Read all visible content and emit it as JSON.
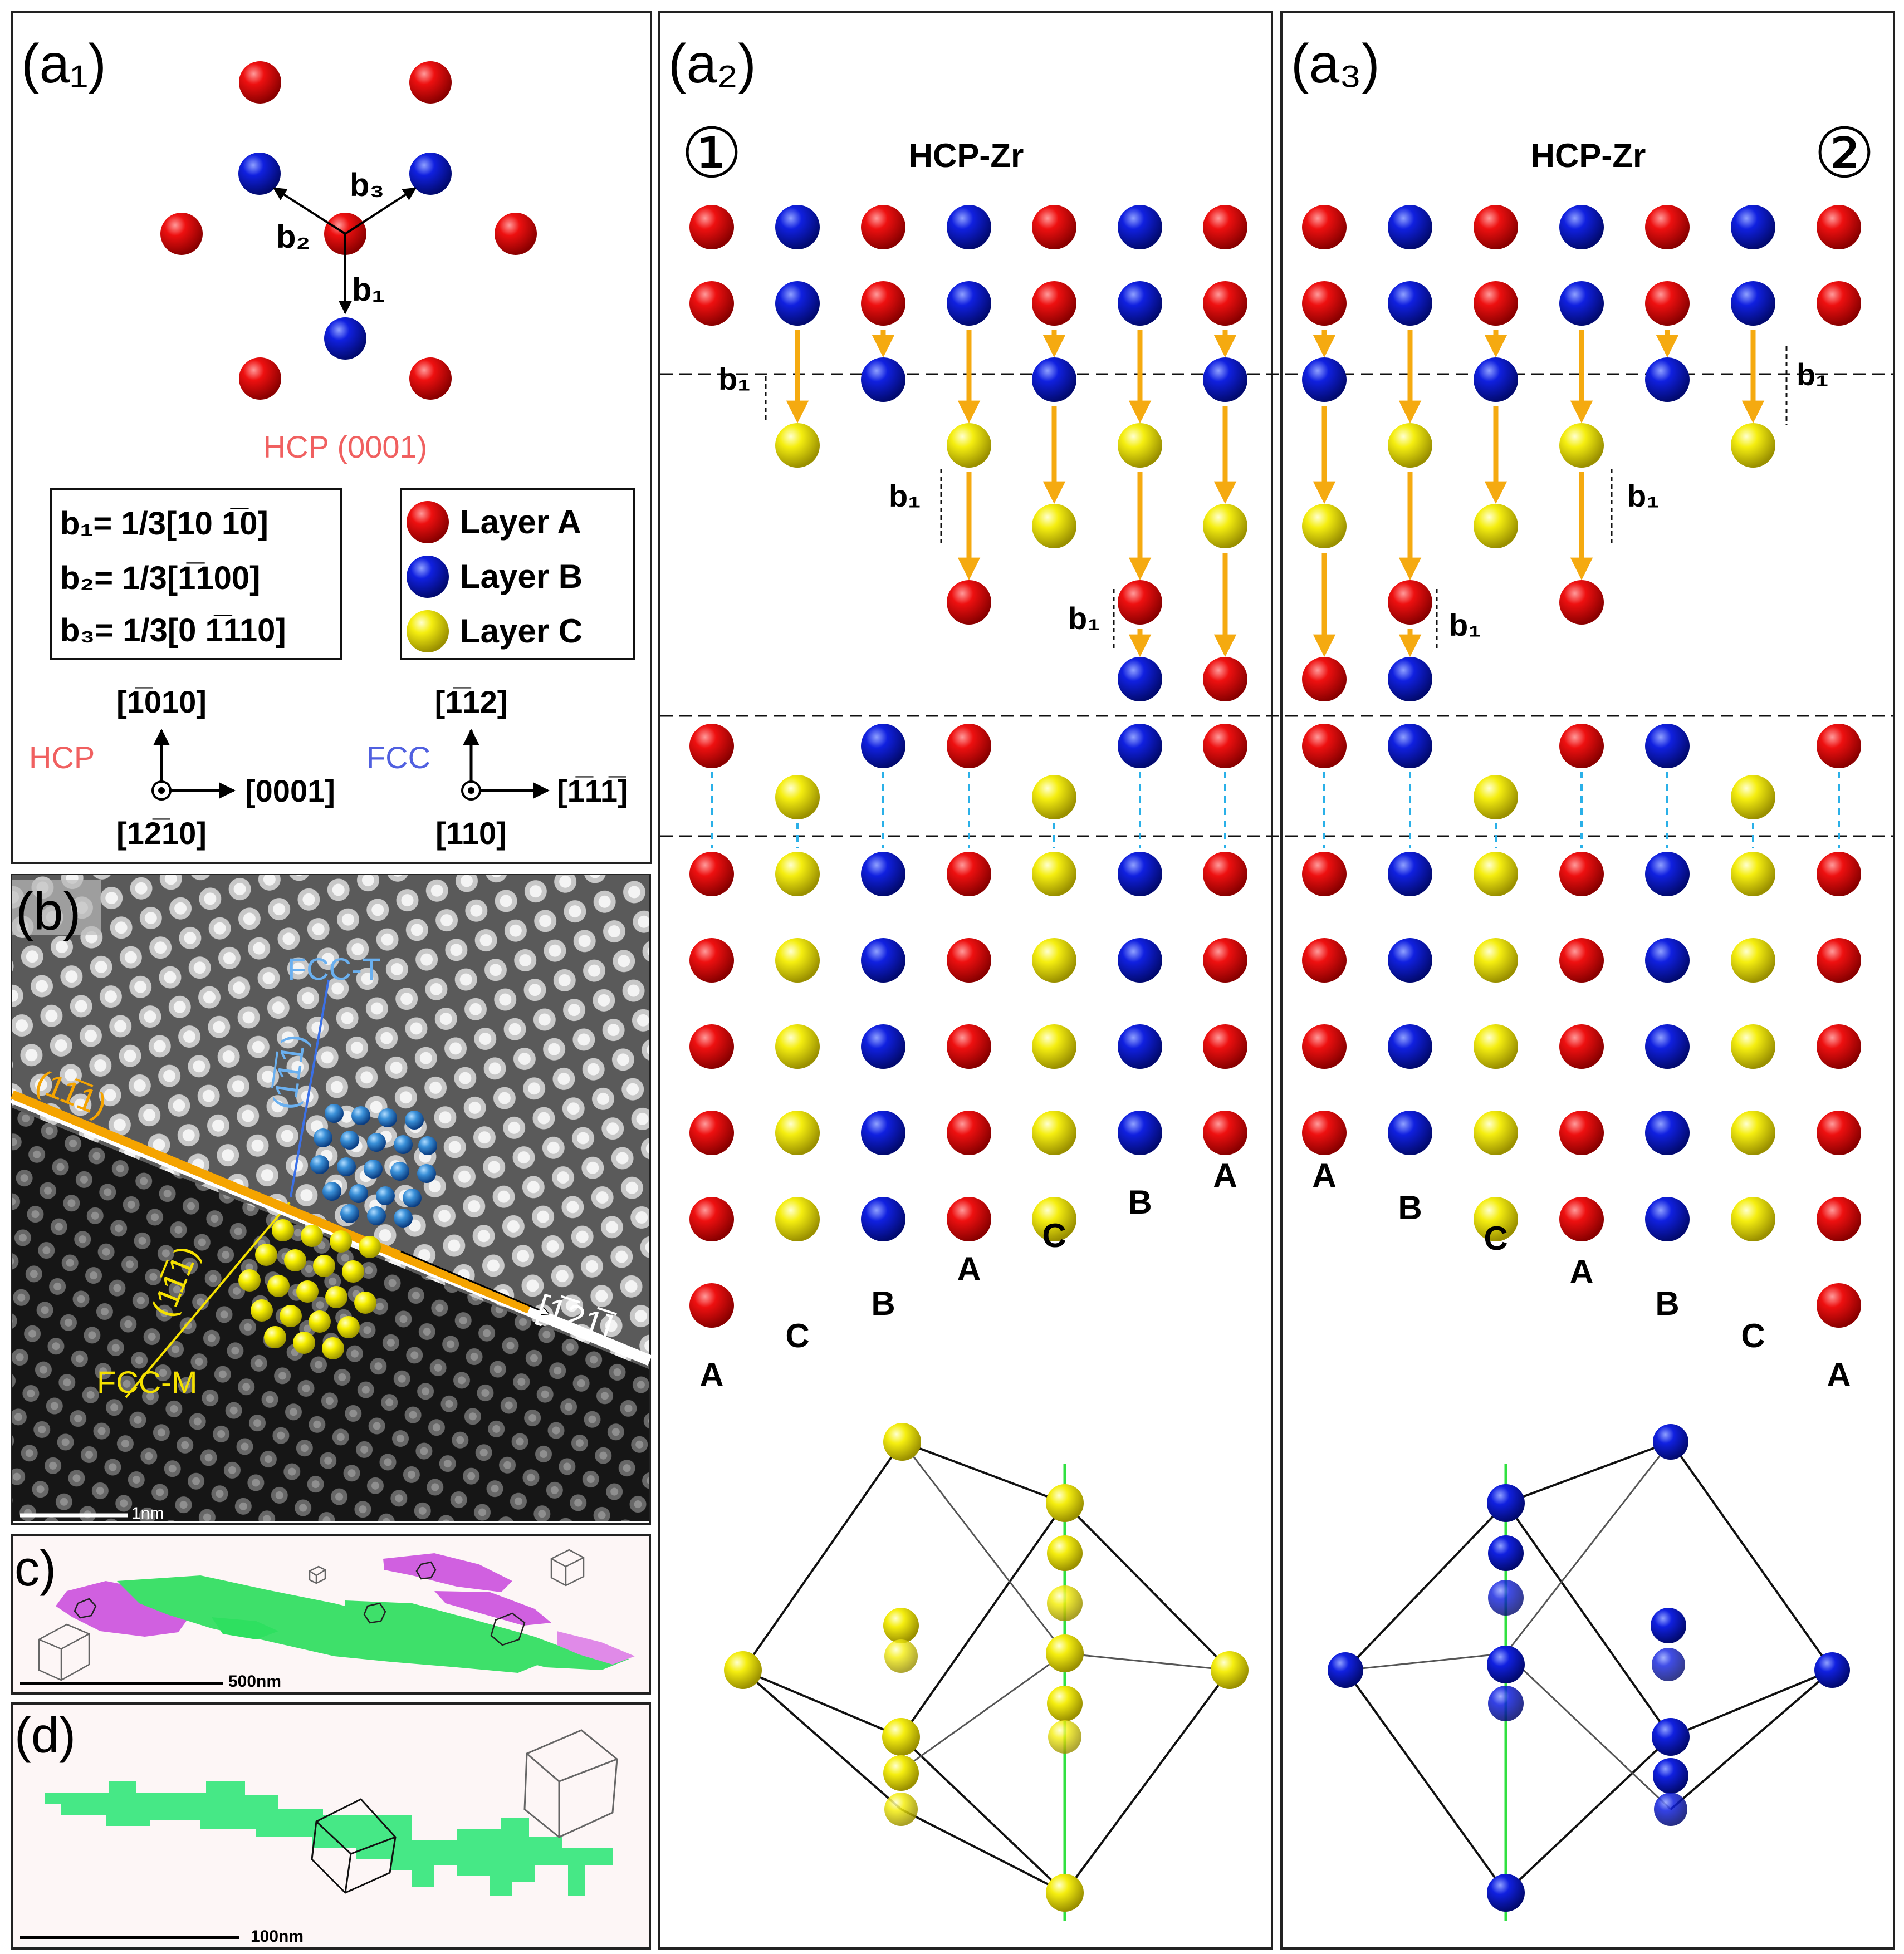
{
  "panels": {
    "a1": "(a₁)",
    "a2": "(a₂)",
    "a3": "(a₃)",
    "b": "(b)",
    "c": "c)",
    "d": "(d)"
  },
  "a1": {
    "vectors": [
      "b₁",
      "b₂",
      "b₃"
    ],
    "plane_label": "HCP (0001)",
    "burgers": [
      "b₁= 1/3[10 1̅0]",
      "b₂= 1/3[1̅100]",
      "b₃= 1/3[0 1̅110]"
    ],
    "legend": [
      "Layer A",
      "Layer B",
      "Layer C"
    ],
    "hcp_axes": {
      "name": "HCP",
      "up": "[1̅010]",
      "right": "[0001]",
      "out": "[12̅10]"
    },
    "fcc_axes": {
      "name": "FCC",
      "up": "[1̅12]",
      "right": "[1̅11̅]",
      "out": "[110]"
    }
  },
  "a2": {
    "title": "HCP-Zr",
    "marker": "①",
    "b1": "b₁",
    "columns": [
      "A",
      "C",
      "B",
      "A",
      "C",
      "B",
      "A"
    ]
  },
  "a3": {
    "title": "HCP-Zr",
    "marker": "②",
    "b1": "b₁",
    "columns": [
      "A",
      "B",
      "C",
      "A",
      "B",
      "C",
      "A"
    ]
  },
  "b": {
    "fcc_t": "FCC-T",
    "fcc_m": "FCC-M",
    "plane_twin": "(1̅1̅1)",
    "plane_orange": "(11̅1)",
    "plane_yellow": "(11̅1)",
    "direction": "[1̅21̅]",
    "scale": "1nm"
  },
  "c": {
    "scale": "500nm"
  },
  "d": {
    "scale": "100nm"
  },
  "colors": {
    "layer_a": "#e00000",
    "layer_b": "#0a14c8",
    "layer_c": "#f0e800",
    "arrow": "#f5aa10",
    "orange_band": "#f5a400",
    "hcp_text": "#f06060",
    "fcc_text": "#5060e0",
    "fcc_t_text": "#6ab0f0",
    "fcc_m_text": "#f5e100",
    "tie_line": "#2ab0e8"
  }
}
